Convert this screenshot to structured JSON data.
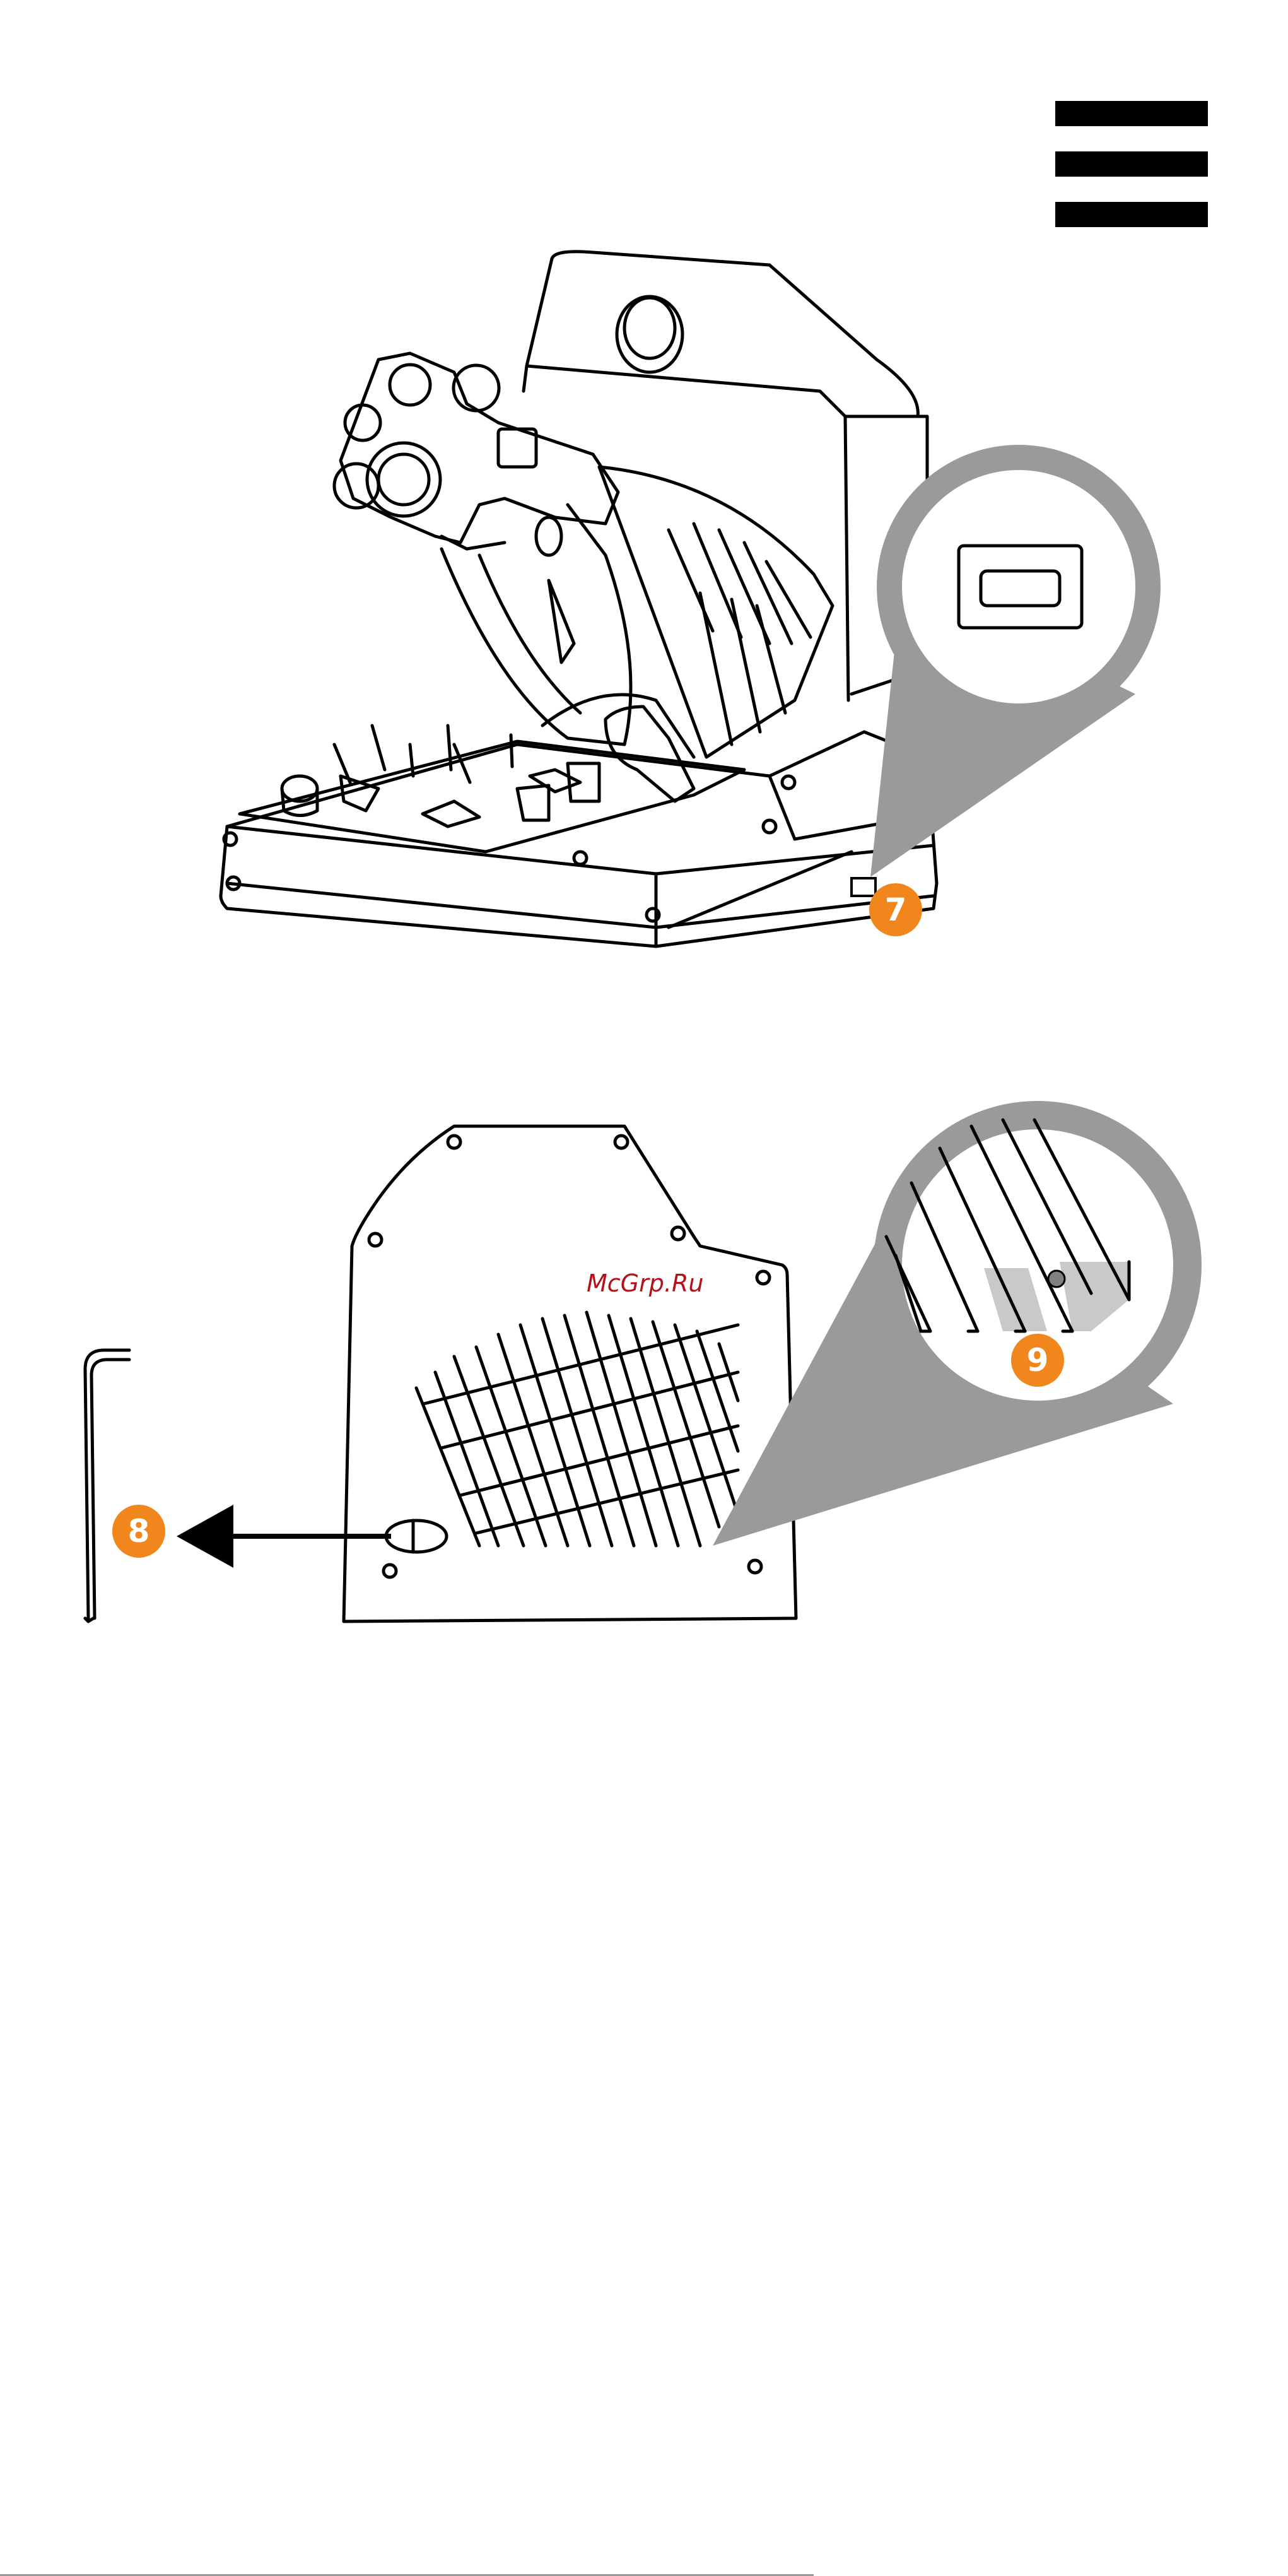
{
  "colors": {
    "accent": "#f0861c",
    "line": "#000000",
    "magnifier": "#9a9a9a",
    "watermark": "#b3121a"
  },
  "icons": {
    "menu": "hamburger-menu-icon",
    "allen_key": "allen-key-icon"
  },
  "callouts": {
    "c7": "7",
    "c8": "8",
    "c9": "9"
  },
  "watermark": "McGrp.Ru"
}
